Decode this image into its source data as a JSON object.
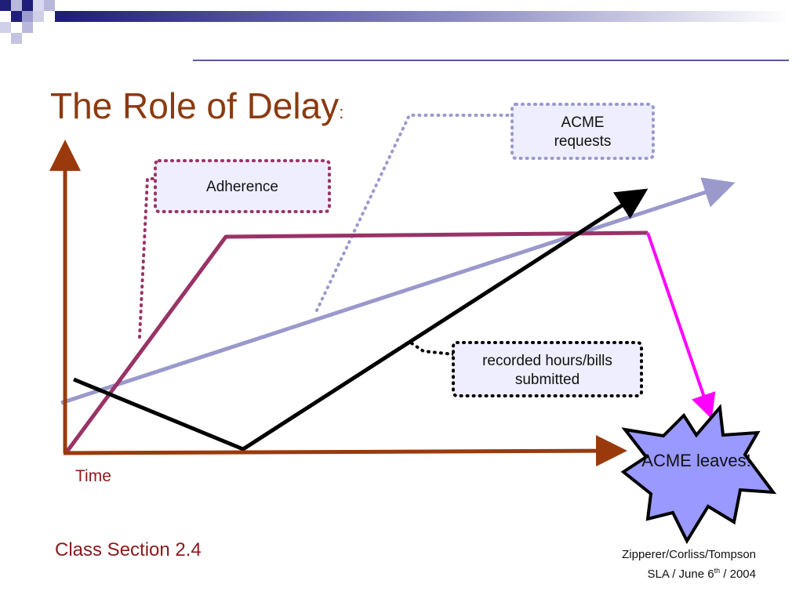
{
  "title": "The Role of Delay",
  "title_colon": ":",
  "boxes": {
    "acme_requests": "ACME requests",
    "adherence": "Adherence",
    "recorded": "recorded hours/bills submitted"
  },
  "axis_label": "Time",
  "star_text": "ACME leaves!",
  "section": "Class Section 2.4",
  "footer": {
    "authors": "Zipperer/Corliss/Tompson",
    "line2_prefix": "SLA / June 6",
    "line2_sup": "th",
    "line2_suffix": " / 2004"
  },
  "colors": {
    "axis": "#9a3a0c",
    "adherence_line": "#993366",
    "requests_line": "#9999cc",
    "recorded_line": "#000000",
    "leave_arrow": "#ff00ff",
    "star_fill": "#9999ff",
    "box_fill": "#eeeeff"
  }
}
